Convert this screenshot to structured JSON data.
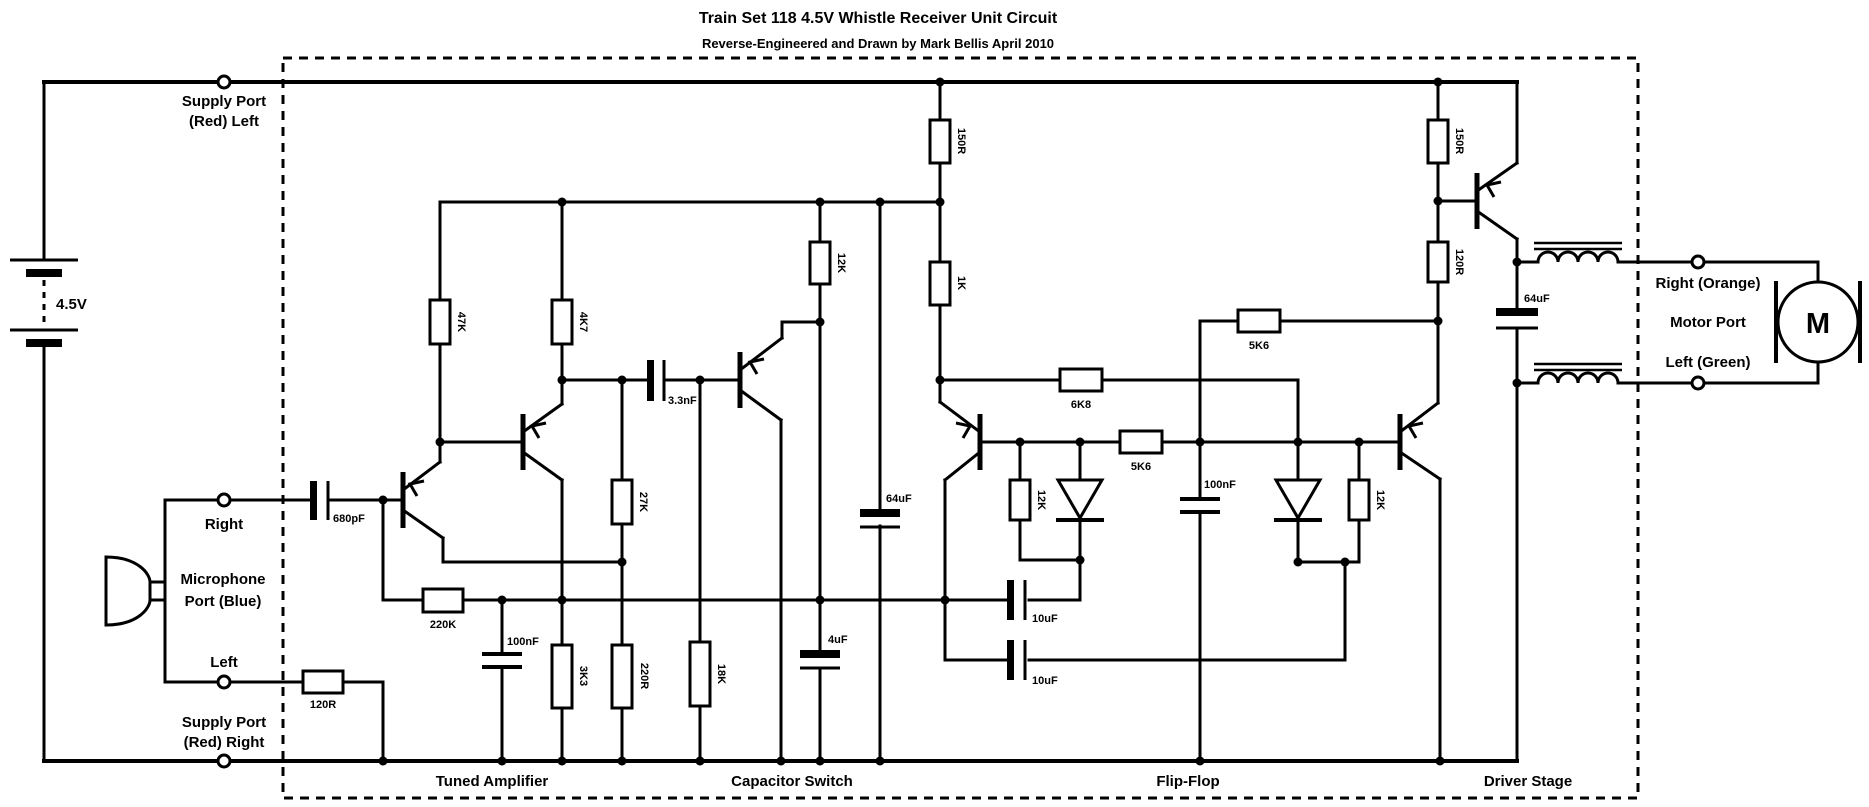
{
  "title": "Train Set 118 4.5V Whistle Receiver Unit Circuit",
  "subtitle": "Reverse-Engineered and Drawn by Mark Bellis April 2010",
  "battery": {
    "voltage": "4.5V"
  },
  "ports": {
    "supply_left_1": "Supply Port",
    "supply_left_2": "(Red) Left",
    "supply_right_1": "Supply Port",
    "supply_right_2": "(Red) Right",
    "mic_1": "Microphone",
    "mic_2": "Port (Blue)",
    "mic_right": "Right",
    "mic_left": "Left",
    "motor_right": "Right (Orange)",
    "motor_title": "Motor Port",
    "motor_left": "Left (Green)",
    "motor_symbol": "M"
  },
  "sections": {
    "s1": "Tuned Amplifier",
    "s2": "Capacitor Switch",
    "s3": "Flip-Flop",
    "s4": "Driver Stage"
  },
  "components": {
    "r47k": "47K",
    "r4k7": "4K7",
    "r27k": "27K",
    "r3k3": "3K3",
    "r220r": "220R",
    "r220k": "220K",
    "r18k": "18K",
    "r120r_mic": "120R",
    "r150r_a": "150R",
    "r12k_a": "12K",
    "r1k": "1K",
    "r6k8": "6K8",
    "r5k6_a": "5K6",
    "r5k6_b": "5K6",
    "r12k_b": "12K",
    "r12k_c": "12K",
    "r150r_b": "150R",
    "r120r_b": "120R",
    "c680pf": "680pF",
    "c100nf_a": "100nF",
    "c3n3": "3.3nF",
    "c4uf": "4uF",
    "c64uf_a": "64uF",
    "c10uf_a": "10uF",
    "c10uf_b": "10uF",
    "c100nf_b": "100nF",
    "c64uf_b": "64uF"
  }
}
